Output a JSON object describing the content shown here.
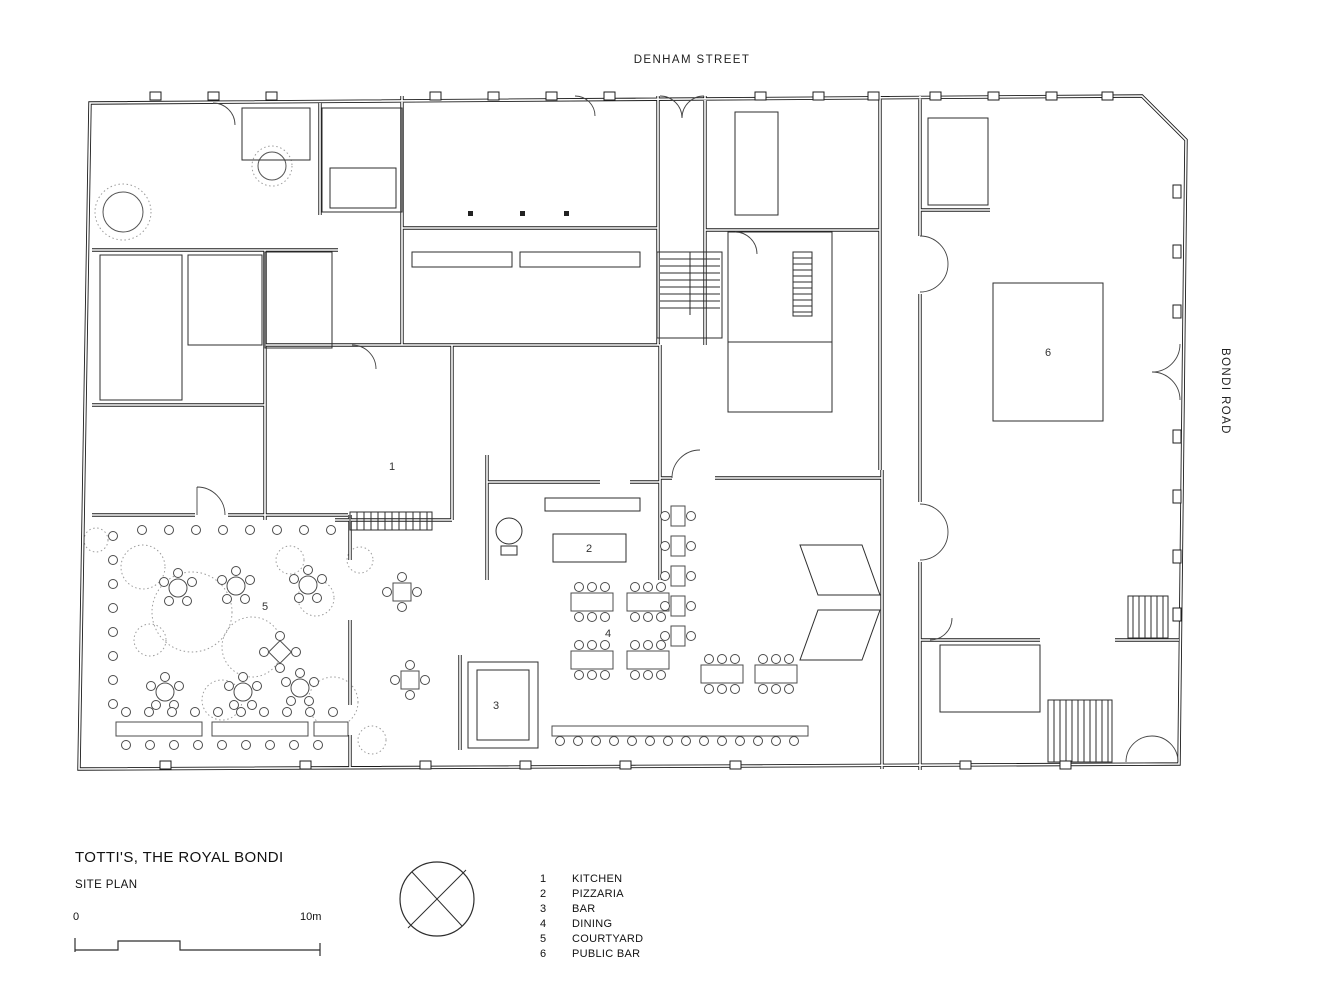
{
  "plan": {
    "streets": {
      "top": "DENHAM STREET",
      "right": "BONDI ROAD"
    },
    "room_numbers": {
      "kitchen": "1",
      "pizzaria": "2",
      "bar": "3",
      "dining": "4",
      "courtyard": "5",
      "public_bar": "6"
    }
  },
  "title_block": {
    "title": "TOTTI'S, THE ROYAL BONDI",
    "subtitle": "SITE PLAN"
  },
  "scale_bar": {
    "start": "0",
    "end": "10m"
  },
  "legend": {
    "items": [
      {
        "number": "1",
        "label": "KITCHEN"
      },
      {
        "number": "2",
        "label": "PIZZARIA"
      },
      {
        "number": "3",
        "label": "BAR"
      },
      {
        "number": "4",
        "label": "DINING"
      },
      {
        "number": "5",
        "label": "COURTYARD"
      },
      {
        "number": "6",
        "label": "PUBLIC BAR"
      }
    ]
  },
  "colors": {
    "line": "#1c1c1c",
    "furniture": "#4c4c4c",
    "tree": "#9b9b9b",
    "background": "#ffffff"
  }
}
